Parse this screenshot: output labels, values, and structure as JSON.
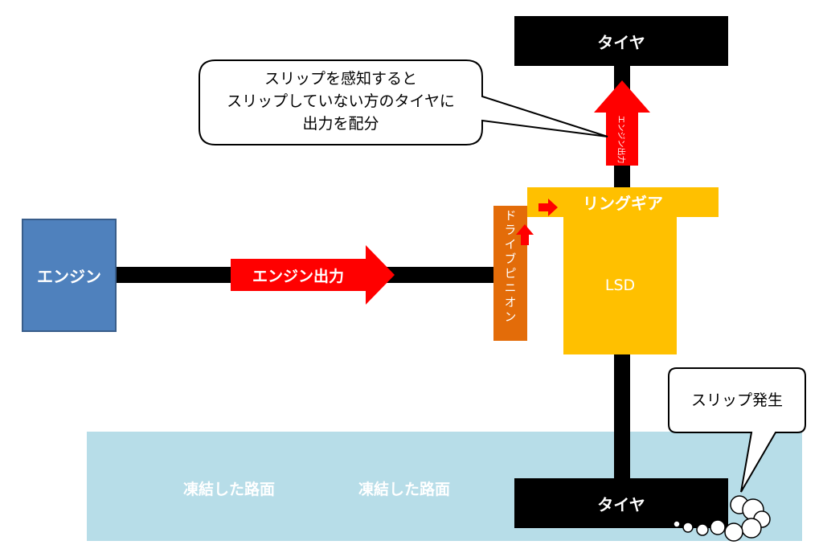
{
  "engine": {
    "label": "エンジン"
  },
  "engine_output_arrow": {
    "label": "エンジン出力"
  },
  "drive_pinion": {
    "label": "ドライブピニオン"
  },
  "ring_gear": {
    "label": "リングギア"
  },
  "lsd": {
    "label": "LSD"
  },
  "top_output_arrow": {
    "label": "エンジン出力"
  },
  "tires": {
    "top": "タイヤ",
    "bottom": "タイヤ"
  },
  "callout_lsd": {
    "lines": [
      "スリップを感知すると",
      "スリップしていない方のタイヤに",
      "出力を配分"
    ]
  },
  "callout_slip": {
    "label": "スリップ発生"
  },
  "ice_road": {
    "labels": [
      "凍結した路面",
      "凍結した路面"
    ]
  },
  "colors": {
    "engine": "#4f81bd",
    "pinion": "#e36c09",
    "gear": "#ffc000",
    "arrow": "#ff0000",
    "ice": "#b7dde8",
    "shaft": "#000000"
  }
}
